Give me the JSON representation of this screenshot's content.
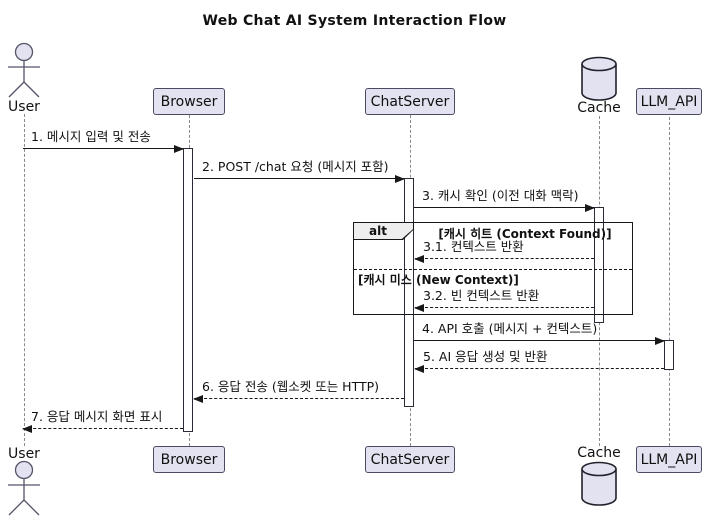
{
  "diagram": {
    "title": "Web Chat AI System Interaction Flow",
    "type": "sequence-diagram"
  },
  "participants": {
    "user": "User",
    "browser": "Browser",
    "chatserver": "ChatServer",
    "cache": "Cache",
    "llm_api": "LLM_API"
  },
  "messages": {
    "m1": "1. 메시지 입력 및 전송",
    "m2": "2. POST /chat 요청 (메시지 포함)",
    "m3": "3. 캐시 확인 (이전 대화 맥락)",
    "m3_1": "3.1. 컨텍스트 반환",
    "m3_2": "3.2. 빈 컨텍스트 반환",
    "m4": "4. API 호출 (메시지 + 컨텍스트)",
    "m5": "5. AI 응답 생성 및 반환",
    "m6": "6. 응답 전송 (웹소켓 또는 HTTP)",
    "m7": "7. 응답 메시지 화면 표시"
  },
  "alt_frame": {
    "operator": "alt",
    "condition_hit": "[캐시 히트 (Context Found)]",
    "condition_miss": "[캐시 미스 (New Context)]"
  },
  "colors": {
    "participant_fill": "#E2E2F0",
    "participant_border": "#4A4A63",
    "frame_border": "#181818",
    "frame_label_fill": "#EEEEEE",
    "arrow": "#181818",
    "lifeline": "#8A8A8A",
    "activation_fill": "#FFFFFF",
    "background": "#FFFFFF",
    "text": "#111111"
  }
}
